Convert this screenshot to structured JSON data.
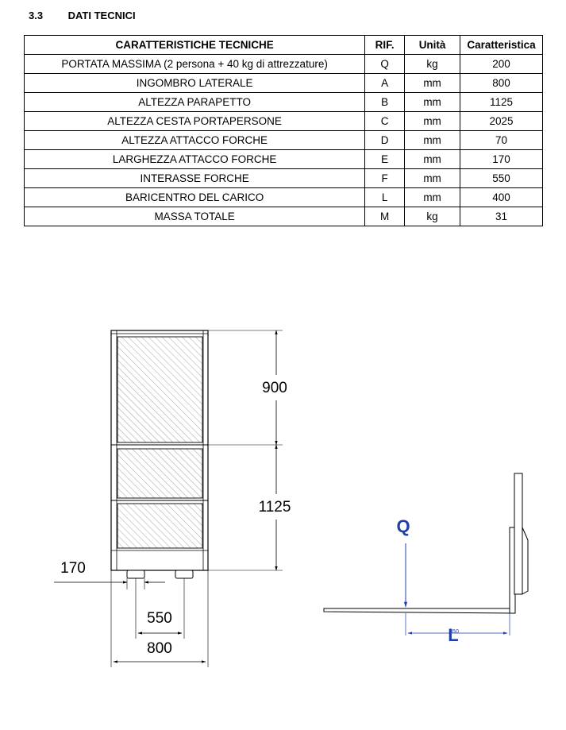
{
  "section": {
    "number": "3.3",
    "title": "DATI TECNICI"
  },
  "table": {
    "headers": [
      "CARATTERISTICHE TECNICHE",
      "RIF.",
      "Unità",
      "Caratteristica"
    ],
    "rows": [
      [
        "PORTATA MASSIMA (2 persona + 40 kg di attrezzature)",
        "Q",
        "kg",
        "200"
      ],
      [
        "INGOMBRO LATERALE",
        "A",
        "mm",
        "800"
      ],
      [
        "ALTEZZA PARAPETTO",
        "B",
        "mm",
        "1125"
      ],
      [
        "ALTEZZA CESTA PORTAPERSONE",
        "C",
        "mm",
        "2025"
      ],
      [
        "ALTEZZA ATTACCO FORCHE",
        "D",
        "mm",
        "70"
      ],
      [
        "LARGHEZZA ATTACCO FORCHE",
        "E",
        "mm",
        "170"
      ],
      [
        "INTERASSE FORCHE",
        "F",
        "mm",
        "550"
      ],
      [
        "BARICENTRO DEL CARICO",
        "L",
        "mm",
        "400"
      ],
      [
        "MASSA TOTALE",
        "M",
        "kg",
        "31"
      ]
    ]
  },
  "front_view": {
    "dim_upper": "900",
    "dim_lower": "1125",
    "dim_fork_width": "170",
    "dim_fork_spacing": "550",
    "dim_total_width": "800"
  },
  "side_view": {
    "load_label": "Q",
    "center_label": "L",
    "small_dim": "850",
    "accent_color": "#1f3fa8"
  }
}
